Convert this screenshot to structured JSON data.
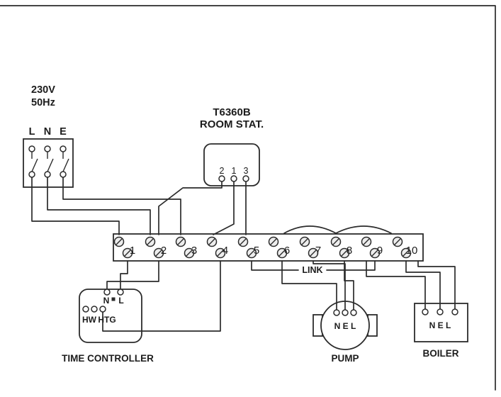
{
  "supply": {
    "voltage": "230V",
    "frequency": "50Hz",
    "terminals": [
      "L",
      "N",
      "E"
    ]
  },
  "room_stat": {
    "model": "T6360B",
    "name": "ROOM STAT.",
    "terminals": [
      "2",
      "1",
      "3"
    ]
  },
  "strip": {
    "terminals": [
      "1",
      "2",
      "3",
      "4",
      "5",
      "6",
      "7",
      "8",
      "9",
      "10"
    ],
    "link": "LINK"
  },
  "controller": {
    "label": "TIME CONTROLLER",
    "neutral": "N",
    "live": "L",
    "hw": "HW",
    "htg": "HTG"
  },
  "pump": {
    "label": "PUMP",
    "terminals": "N E L"
  },
  "boiler": {
    "label": "BOILER",
    "terminals": "N E L"
  },
  "colors": {
    "line": "#2b2b2b",
    "bg": "#ffffff"
  }
}
